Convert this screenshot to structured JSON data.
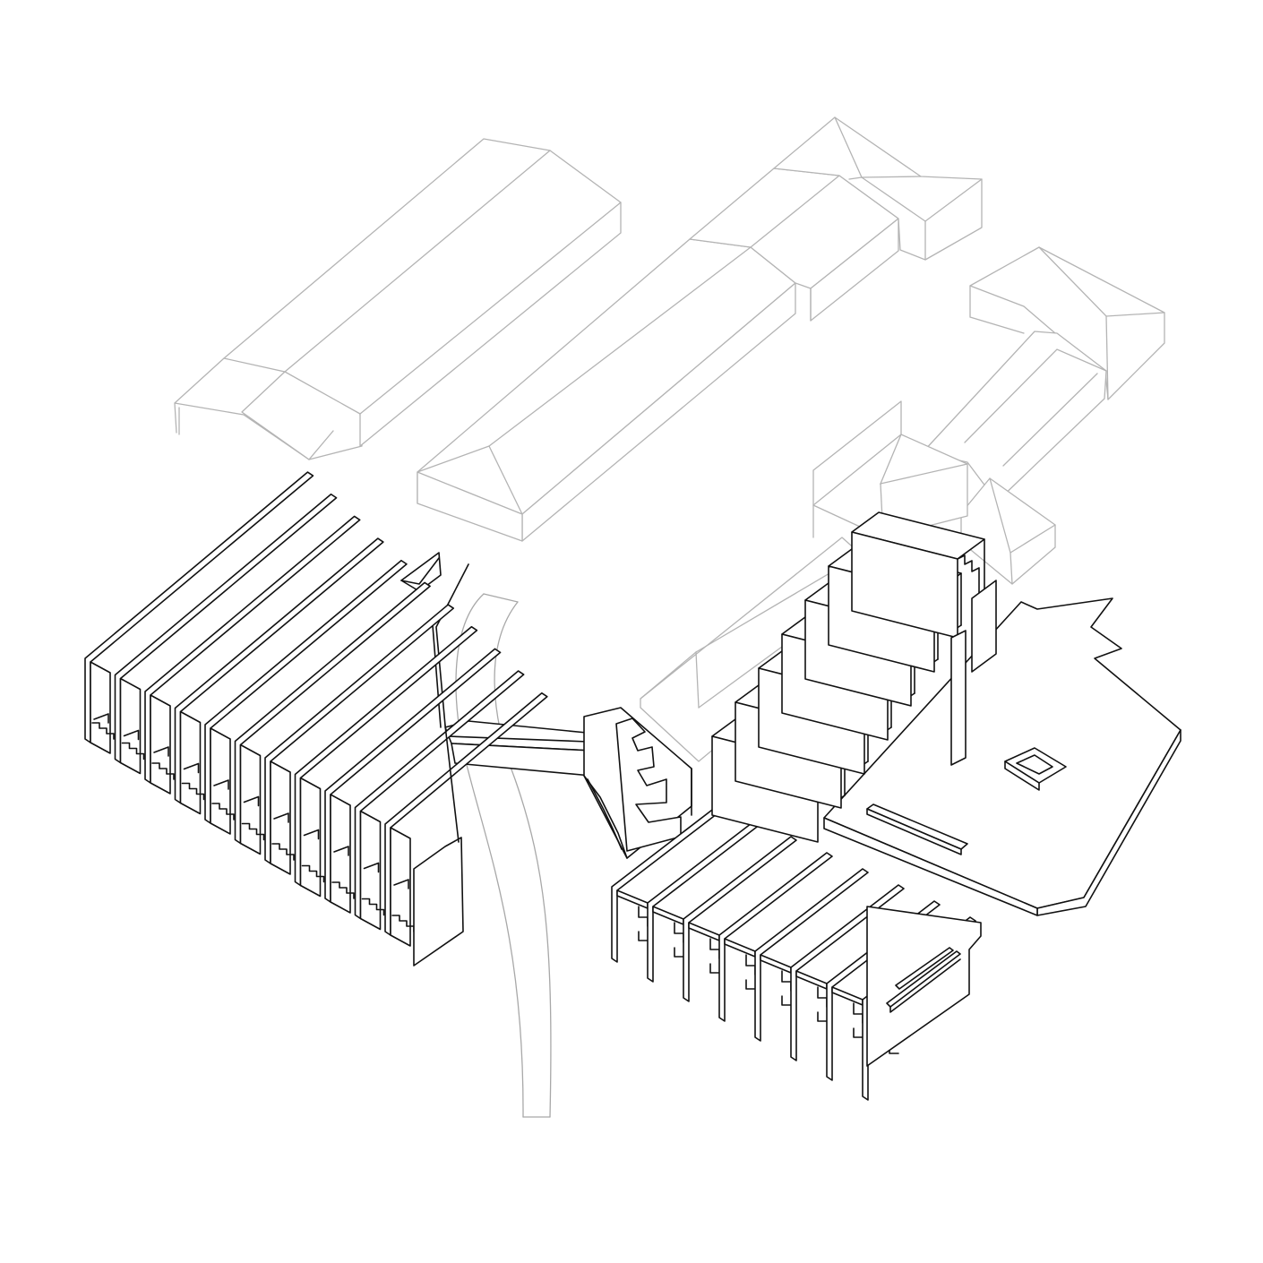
{
  "diagram": {
    "type": "axonometric-architectural-drawing",
    "colors": {
      "background": "#ffffff",
      "new_structure_stroke": "#111111",
      "context_building_stroke": "#b4b4b4",
      "path_stroke": "#a8a8a8"
    },
    "groups": [
      "context-building-north-west",
      "context-building-north-centre",
      "context-building-north-east",
      "context-building-east",
      "context-building-centre-east",
      "curved-path",
      "bridge-walkway",
      "terraced-block-west",
      "stepped-block-centre",
      "terraced-block-south-east",
      "platform-deck-east",
      "terraced-block-north-east"
    ],
    "west_block_wall_count": 11,
    "south_east_block_wall_count": 8,
    "north_east_block_wall_count": 7
  }
}
